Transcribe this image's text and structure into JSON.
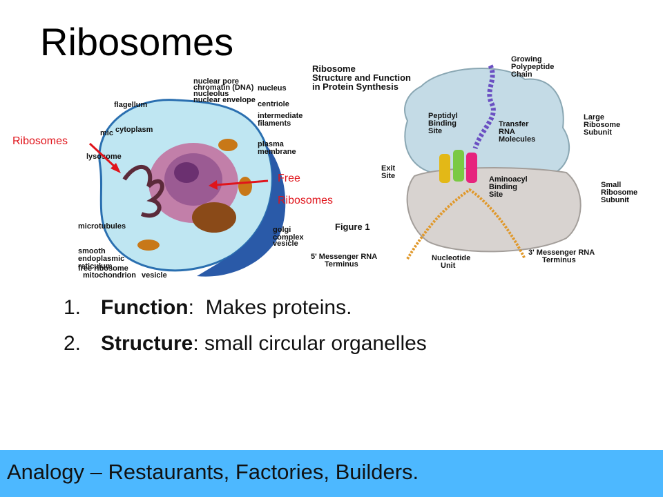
{
  "slide": {
    "title": "Ribosomes",
    "cell_figure": {
      "labels": {
        "nuclear_pore": "nuclear pore",
        "chromatin": "chromatin (DNA)",
        "nucleolus": "nucleolus",
        "nuclear_envelope": "nuclear envelope",
        "nucleus": "nucleus",
        "centriole": "centriole",
        "flagellum": "flagellum",
        "intermediate_filaments": "intermediate filaments",
        "mic": "mic",
        "cytoplasm": "cytoplasm",
        "plasma_membrane": "plasma membrane",
        "lysosome": "lysosome",
        "golgi_complex": "golgi complex",
        "vesicle_right": "vesicle",
        "microtubules": "microtubules",
        "smooth_er": "smooth endoplasmic reticulum",
        "free_ribosome": "free ribosome",
        "mitochondrion": "mitochondrion",
        "vesicle_bottom": "vesicle"
      },
      "callout_ribosomes": "Ribosomes",
      "callout_free_line1": "Free",
      "callout_free_line2": "Ribosomes"
    },
    "ribosome_figure": {
      "heading_line1": "Ribosome",
      "heading_line2": "Structure and Function",
      "heading_line3": "in Protein Synthesis",
      "growing_1": "Growing",
      "growing_2": "Polypeptide",
      "growing_3": "Chain",
      "peptidyl_1": "Peptidyl",
      "peptidyl_2": "Binding",
      "peptidyl_3": "Site",
      "trna_1": "Transfer",
      "trna_2": "RNA",
      "trna_3": "Molecules",
      "large_1": "Large",
      "large_2": "Ribosome",
      "large_3": "Subunit",
      "exit_1": "Exit",
      "exit_2": "Site",
      "amino_1": "Aminoacyl",
      "amino_2": "Binding",
      "amino_3": "Site",
      "small_1": "Small",
      "small_2": "Ribosome",
      "small_3": "Subunit",
      "figure": "Figure 1",
      "mrna5_1": "5' Messenger RNA",
      "mrna5_2": "Terminus",
      "nucleotide_1": "Nucleotide",
      "nucleotide_2": "Unit",
      "mrna3_1": "3' Messenger RNA",
      "mrna3_2": "Terminus"
    },
    "bullets": [
      {
        "num": "1.",
        "term": "Function",
        "rest": ":  Makes proteins."
      },
      {
        "num": "2.",
        "term": "Structure",
        "rest": ": small circular organelles"
      }
    ],
    "footer": "Analogy – Restaurants, Factories, Builders.",
    "colors": {
      "footer_bg": "#4db8ff",
      "callout_red": "#e0141b"
    }
  }
}
